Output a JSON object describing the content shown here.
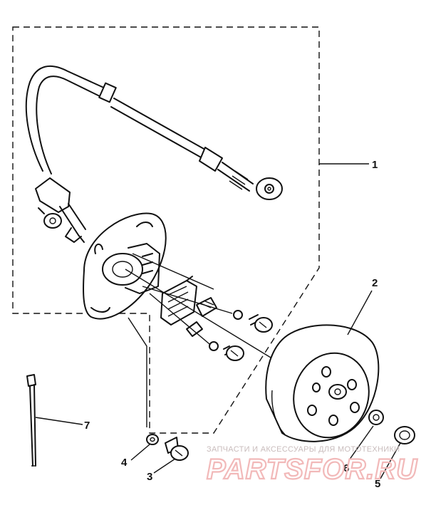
{
  "callouts": {
    "c1": "1",
    "c2": "2",
    "c3": "3",
    "c4": "4",
    "c5": "5",
    "c6": "6",
    "c7": "7"
  },
  "watermark": {
    "line1": "ЗАПЧАСТИ И АКСЕССУАРЫ ДЛЯ МОТОТЕХНИКИ",
    "line2": "PARTSFOR.RU"
  },
  "colors": {
    "ink": "#111111",
    "watermark_text": "#c9bcbc",
    "watermark_logo": "#f2b9b9"
  }
}
